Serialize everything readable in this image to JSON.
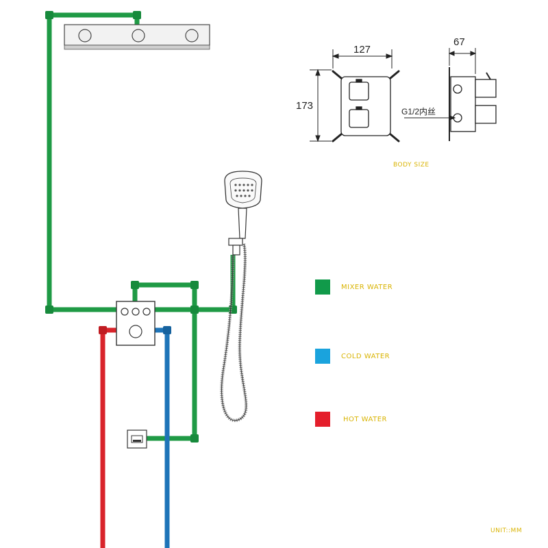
{
  "dimensions": {
    "width": "127",
    "height": "173",
    "depth": "67",
    "thread_label": "G1/2内丝"
  },
  "captions": {
    "body_size": "BODY SIZE",
    "unit": "UNIT::MM"
  },
  "legend": [
    {
      "label": "MIXER WATER",
      "color": "#119a4a"
    },
    {
      "label": "COLD WATER",
      "color": "#1aa3dd"
    },
    {
      "label": "HOT WATER",
      "color": "#e41e2b"
    }
  ],
  "colors": {
    "mixer_pipe": "#1f9a45",
    "cold_pipe": "#1e74b8",
    "hot_pipe": "#d9242b",
    "caption_text": "#d9b300",
    "line": "#222222"
  },
  "icons": {
    "rain_shower": "rain-shower-head-icon",
    "hand_shower": "hand-shower-icon",
    "valve": "thermostatic-valve-icon",
    "outlet": "wall-outlet-icon"
  }
}
